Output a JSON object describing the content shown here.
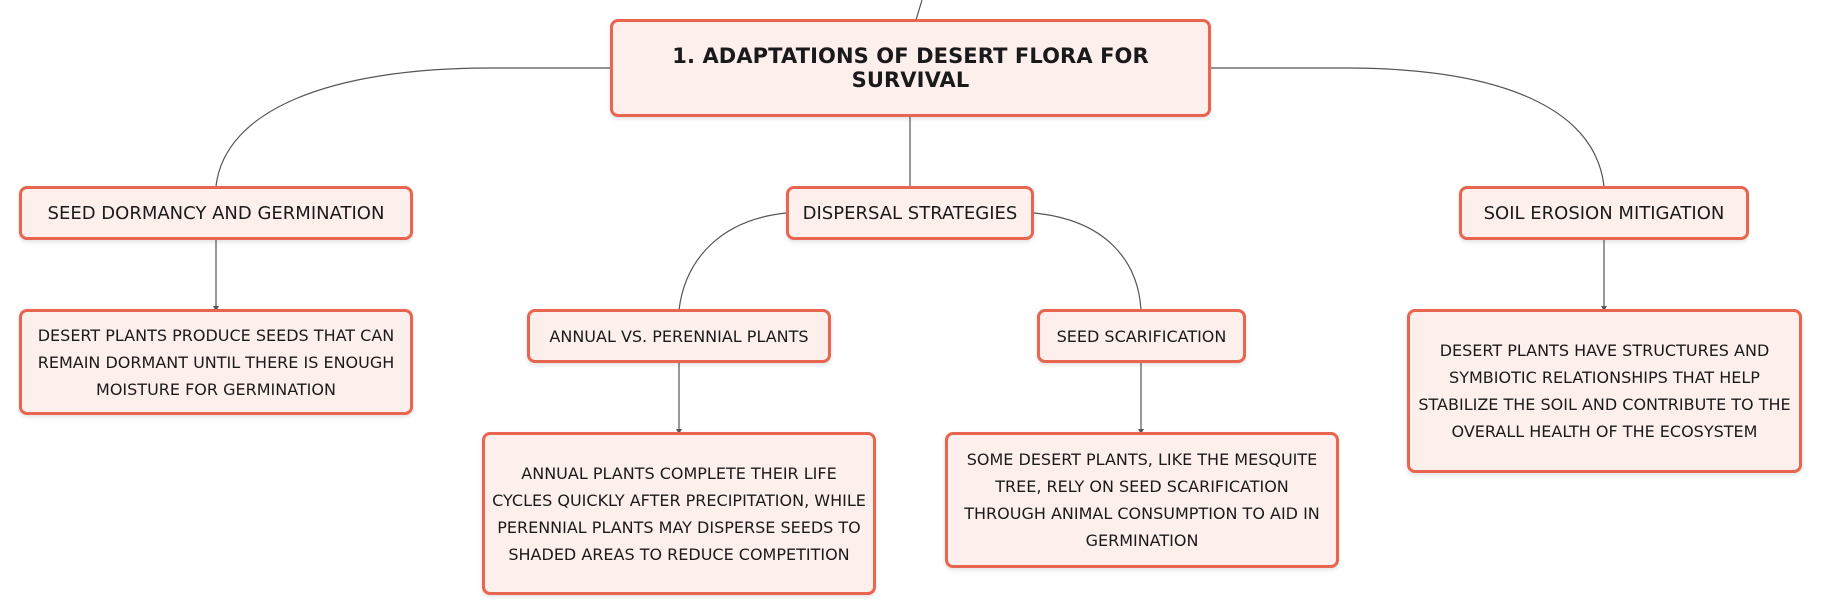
{
  "mindmap": {
    "root": {
      "label": "1. ADAPTATIONS OF DESERT FLORA FOR SURVIVAL"
    },
    "seed_dormancy": {
      "label": "SEED DORMANCY AND GERMINATION",
      "detail": "DESERT PLANTS PRODUCE SEEDS THAT CAN REMAIN DORMANT UNTIL THERE IS ENOUGH MOISTURE FOR GERMINATION"
    },
    "dispersal": {
      "label": "DISPERSAL STRATEGIES",
      "annual": {
        "label": "ANNUAL VS. PERENNIAL PLANTS",
        "detail": "ANNUAL PLANTS COMPLETE THEIR LIFE CYCLES QUICKLY AFTER PRECIPITATION, WHILE PERENNIAL PLANTS MAY DISPERSE SEEDS TO SHADED AREAS TO REDUCE COMPETITION"
      },
      "scarification": {
        "label": "SEED SCARIFICATION",
        "detail": "SOME DESERT PLANTS, LIKE THE MESQUITE TREE, RELY ON SEED SCARIFICATION THROUGH ANIMAL CONSUMPTION TO AID IN GERMINATION"
      }
    },
    "soil_erosion": {
      "label": "SOIL EROSION MITIGATION",
      "detail": "DESERT PLANTS HAVE STRUCTURES AND SYMBIOTIC RELATIONSHIPS THAT HELP STABILIZE THE SOIL AND CONTRIBUTE TO THE OVERALL HEALTH OF THE ECOSYSTEM"
    }
  },
  "colors": {
    "node_border": "#e8654f",
    "node_fill": "#fdf0ec",
    "connector": "#555555"
  }
}
